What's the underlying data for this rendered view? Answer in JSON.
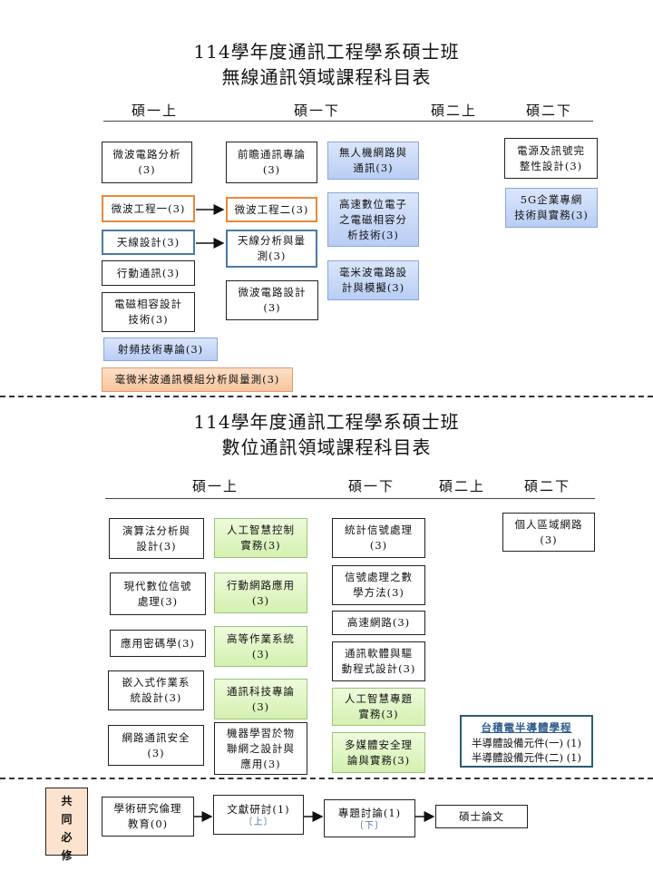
{
  "section1": {
    "title_line1": "114學年度通訊工程學系碩士班",
    "title_line2": "無線通訊領域課程科目表",
    "columns": [
      "碩一上",
      "碩一下",
      "碩二上",
      "碩二下"
    ],
    "courses": {
      "c1": "微波電路分析\n(3)",
      "c2": "微波工程一(3)",
      "c3": "天線設計(3)",
      "c4": "行動通訊(3)",
      "c5": "電磁相容設計\n技術(3)",
      "c6": "射頻技術專論(3)",
      "c7": "毫微米波通訊模組分析與量測(3)",
      "c8": "前瞻通訊專論\n(3)",
      "c9": "微波工程二(3)",
      "c10": "天線分析與量\n測(3)",
      "c11": "微波電路設計\n(3)",
      "c12": "無人機網路與\n通訊(3)",
      "c13": "高速數位電子\n之電磁相容分\n析技術(3)",
      "c14": "毫米波電路設\n計與模擬(3)",
      "c15": "電源及訊號完\n整性設計(3)",
      "c16": "5G企業專網\n技術與實務(3)"
    }
  },
  "section2": {
    "title_line1": "114學年度通訊工程學系碩士班",
    "title_line2": "數位通訊領域課程科目表",
    "columns": [
      "碩一上",
      "碩一下",
      "碩二上",
      "碩二下"
    ],
    "courses": {
      "d1": "演算法分析與\n設計(3)",
      "d2": "現代數位信號\n處理(3)",
      "d3": "應用密碼學(3)",
      "d4": "嵌入式作業系\n統設計(3)",
      "d5": "網路通訊安全\n(3)",
      "d6": "人工智慧控制\n實務(3)",
      "d7": "行動網路應用\n(3)",
      "d8": "高等作業系統\n(3)",
      "d9": "通訊科技專論\n(3)",
      "d10": "機器學習於物\n聯網之設計與\n應用(3)",
      "d11": "統計信號處理\n(3)",
      "d12": "信號處理之數\n學方法(3)",
      "d13": "高速網路(3)",
      "d14": "通訊軟體與驅\n動程式設計(3)",
      "d15": "人工智慧專題\n實務(3)",
      "d16": "多媒體安全理\n論與實務(3)",
      "d17": "個人區域網路\n(3)"
    },
    "tsmc": {
      "heading": "台積電半導體學程",
      "line1": "半導體設備元件(一) (1)",
      "line2": "半導體設備元件(二) (1)"
    }
  },
  "common": {
    "label": "共\n同\n必\n修",
    "r1": "學術研究倫理\n教育(0)",
    "r2": "文獻研討(1)",
    "r2_sub": "〔上〕",
    "r3": "專題討論(1)",
    "r3_sub": "〔下〕",
    "r4": "碩士論文"
  }
}
